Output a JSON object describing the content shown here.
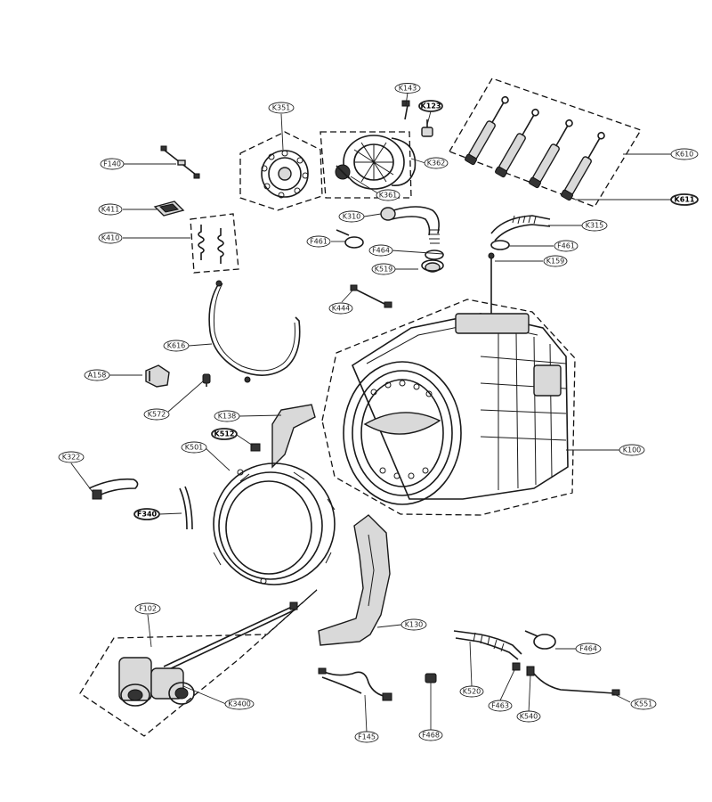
{
  "callouts": {
    "K143": "K143",
    "K123": "K123",
    "K351": "K351",
    "K362": "K362",
    "K361": "K361",
    "K610": "K610",
    "K611": "K611",
    "F140": "F140",
    "K411": "K411",
    "K410": "K410",
    "K310": "K310",
    "K315": "K315",
    "F461a": "F461",
    "F461b": "F461",
    "F464": "F464",
    "K519": "K519",
    "K159": "K159",
    "K444": "K444",
    "K616": "K616",
    "A158": "A158",
    "K572": "K572",
    "K138": "K138",
    "K512": "K512",
    "K100": "K100",
    "K501": "K501",
    "K322": "K322",
    "F340": "F340",
    "F102": "F102",
    "K130": "K130",
    "K3400": "K3400",
    "F464b": "F464",
    "K520": "K520",
    "F463": "F463",
    "K540": "K540",
    "K551": "K551",
    "F145": "F145",
    "F468": "F468"
  }
}
